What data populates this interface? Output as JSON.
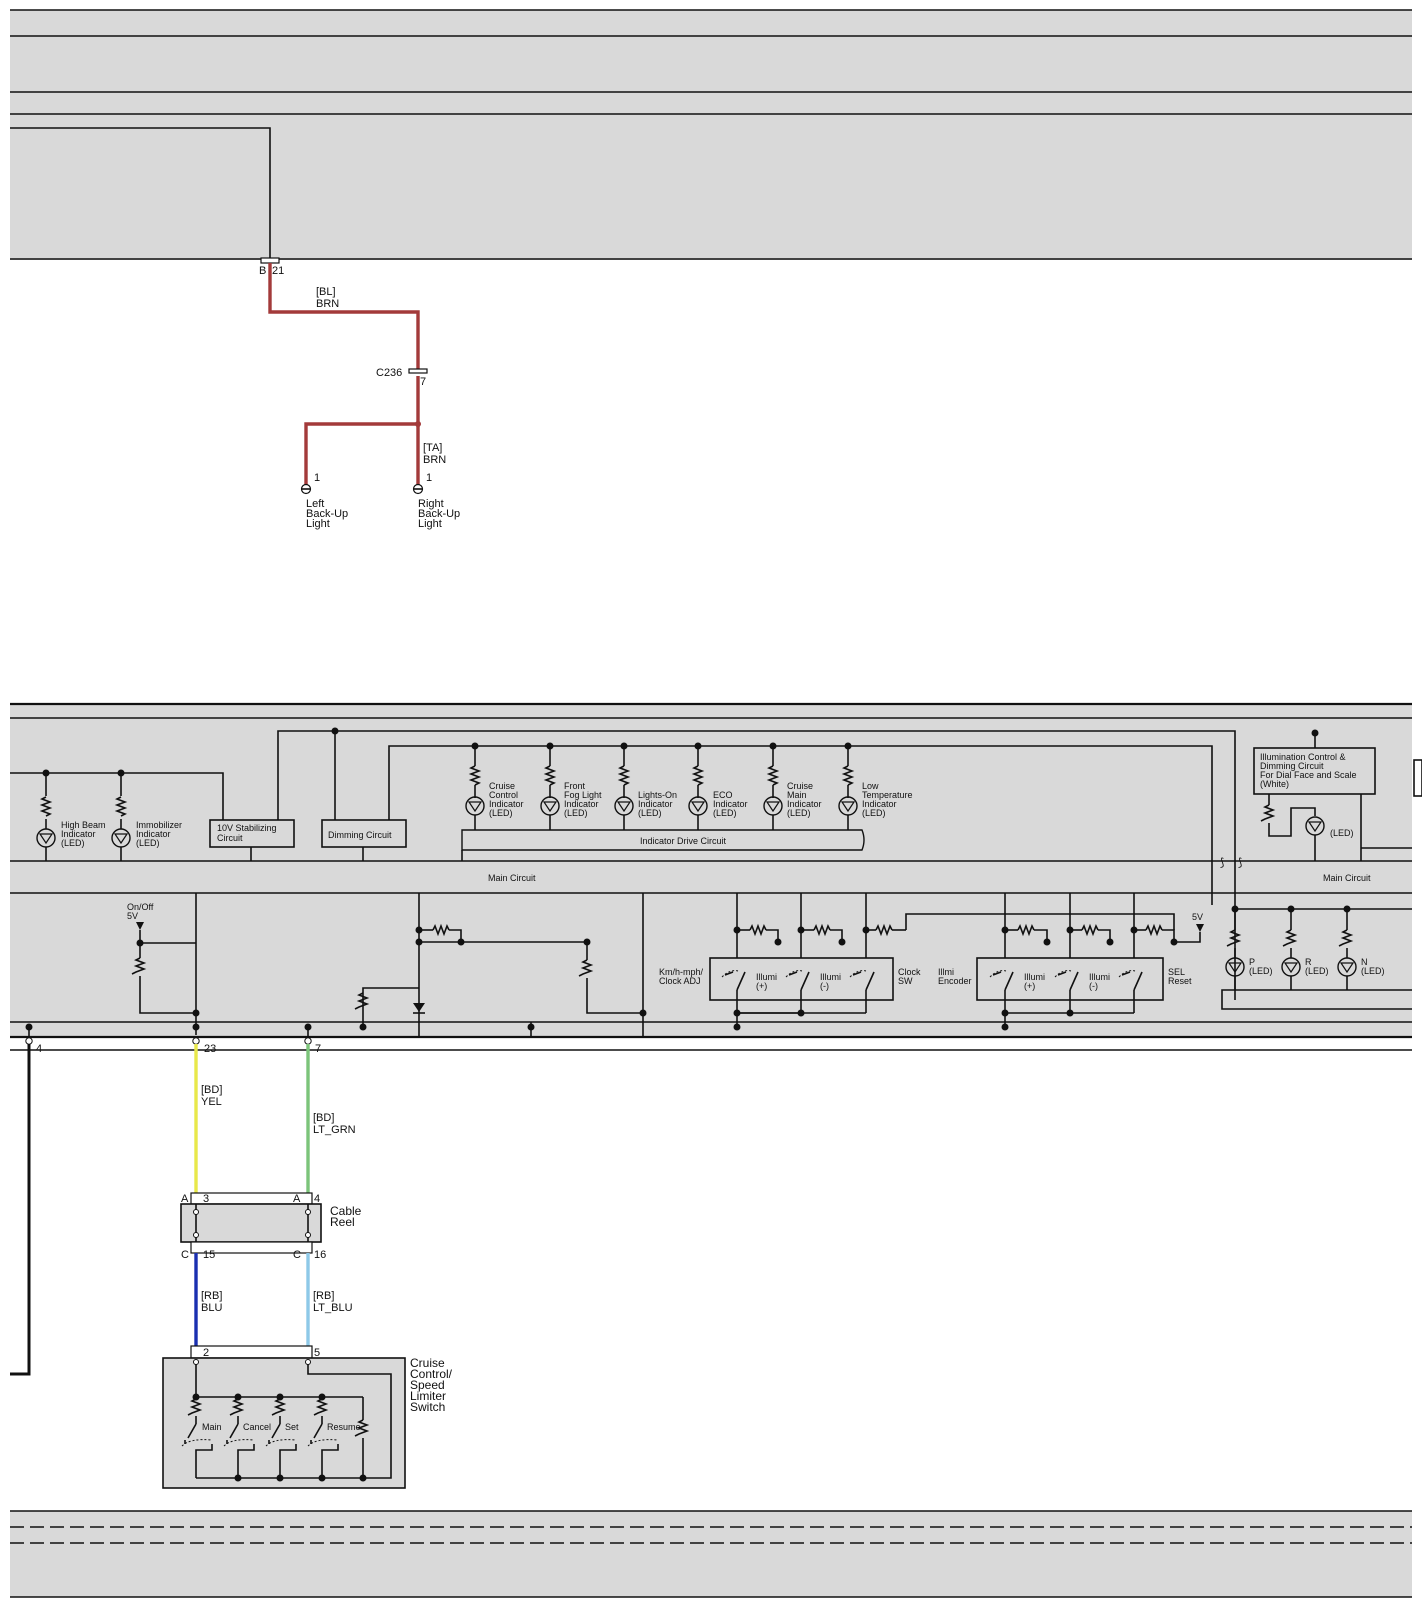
{
  "colors": {
    "background": "#ffffff",
    "panel": "#d9d9d9",
    "line": "#111111",
    "wire_brn": "#a33a3a",
    "wire_yel": "#e8e84a",
    "wire_lt_grn": "#7cc47a",
    "wire_blu": "#1a2fb0",
    "wire_lt_blu": "#8ec9e8"
  },
  "top": {
    "connector": "B",
    "pin": "21",
    "wire1_code": "[BL]",
    "wire1_color": "BRN",
    "splice": "C236",
    "splice_pin": "7",
    "wire2_code": "[TA]",
    "wire2_color": "BRN",
    "left_pin": "1",
    "left_label": [
      "Left",
      "Back-Up",
      "Light"
    ],
    "right_pin": "1",
    "right_label": [
      "Right",
      "Back-Up",
      "Light"
    ]
  },
  "gauge": {
    "high_beam": [
      "High Beam",
      "Indicator",
      "(LED)"
    ],
    "immobilizer": [
      "Immobilizer",
      "Indicator",
      "(LED)"
    ],
    "stabilizing": [
      "10V Stabilizing",
      "Circuit"
    ],
    "dimming": "Dimming Circuit",
    "cruise_control": [
      "Cruise",
      "Control",
      "Indicator",
      "(LED)"
    ],
    "front_fog": [
      "Front",
      "Fog Light",
      "Indicator",
      "(LED)"
    ],
    "lights_on": [
      "Lights-On",
      "Indicator",
      "(LED)"
    ],
    "eco": [
      "ECO",
      "Indicator",
      "(LED)"
    ],
    "cruise_main": [
      "Cruise",
      "Main",
      "Indicator",
      "(LED)"
    ],
    "low_temp": [
      "Low",
      "Temperature",
      "Indicator",
      "(LED)"
    ],
    "indicator_drive": "Indicator Drive Circuit",
    "illumination": [
      "Illumination Control &",
      "Dimming Circuit",
      "For Dial Face and Scale",
      "(White)"
    ],
    "led": "(LED)",
    "main_circuit_1": "Main Circuit",
    "main_circuit_2": "Main Circuit",
    "onoff": [
      "On/Off",
      "5V"
    ],
    "kmh": [
      "Km/h-mph/",
      "Clock ADJ"
    ],
    "illumi_plus": [
      "Illumi",
      "(+)"
    ],
    "illumi_minus": [
      "Illumi",
      "(-)"
    ],
    "clock_sw": [
      "Clock",
      "SW"
    ],
    "illmi_encoder": [
      "Illmi",
      "Encoder"
    ],
    "illumi_plus_2": [
      "Illumi",
      "(+)"
    ],
    "illumi_minus_2": [
      "Illumi",
      "(-)"
    ],
    "sel_reset": [
      "SEL",
      "Reset"
    ],
    "five_v": "5V",
    "p_led": [
      "P",
      "(LED)"
    ],
    "r_led": [
      "R",
      "(LED)"
    ],
    "n_led": [
      "N",
      "(LED)"
    ]
  },
  "lower": {
    "pin4": "4",
    "pin23": "23",
    "pin7": "7",
    "w_yel_code": "[BD]",
    "w_yel_color": "YEL",
    "w_grn_code": "[BD]",
    "w_grn_color": "LT_GRN",
    "cable_a1": "A",
    "cable_a1_pin": "3",
    "cable_a2": "A",
    "cable_a2_pin": "4",
    "cable_reel": [
      "Cable",
      "Reel"
    ],
    "cable_c1": "C",
    "cable_c1_pin": "15",
    "cable_c2": "C",
    "cable_c2_pin": "16",
    "w_blu_code": "[RB]",
    "w_blu_color": "BLU",
    "w_ltblu_code": "[RB]",
    "w_ltblu_color": "LT_BLU",
    "switch_pin2": "2",
    "switch_pin5": "5",
    "switch_label": [
      "Cruise",
      "Control/",
      "Speed",
      "Limiter",
      "Switch"
    ],
    "sw_main": "Main",
    "sw_cancel": "Cancel",
    "sw_set": "Set",
    "sw_resume": "Resume"
  }
}
